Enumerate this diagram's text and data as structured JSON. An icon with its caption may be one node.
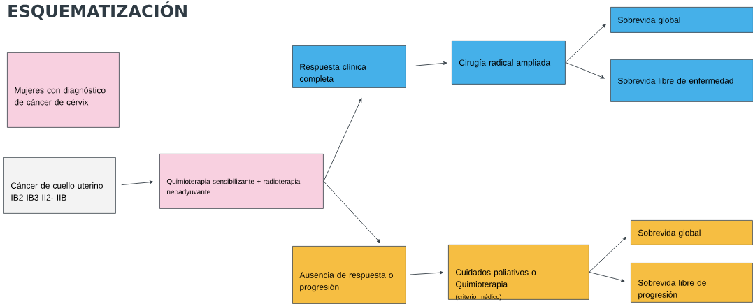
{
  "diagram": {
    "title": "ESQUEMATIZACIÓN",
    "nodes": [
      {
        "text": [
          "Mujeres con diagnóstico de cáncer de cérvix"
        ]
      },
      {
        "text": [
          "Cáncer de cuello uterino IB2 IB3 II2- IIB"
        ]
      },
      {
        "text": [
          "Quimioterapia sensibilizante + radioterapia neoadyuvante"
        ]
      },
      {
        "text": [
          "Respuesta clínica completa"
        ]
      },
      {
        "text": [
          "Cirugía radical ampliada"
        ]
      },
      {
        "text": [
          "Sobrevida global"
        ]
      },
      {
        "text": [
          "Sobrevida libre de enfermedad"
        ]
      },
      {
        "text": [
          "Ausencia de respuesta o progresión"
        ]
      },
      {
        "text": [
          "Cuidados paliativos o Quimioterapia",
          "(criterio médico)"
        ]
      },
      {
        "text": [
          "Sobrevida global"
        ]
      },
      {
        "text": [
          "Sobrevida libre de progresión"
        ]
      }
    ],
    "edges": [
      {
        "from": 1,
        "to": 2,
        "arrow": "to"
      },
      {
        "from": 2,
        "to": 3,
        "arrow": "to"
      },
      {
        "from": 2,
        "to": 7,
        "arrow": "to"
      },
      {
        "from": 3,
        "to": 4,
        "arrow": "to"
      },
      {
        "from": 4,
        "to": 5,
        "arrow": "to"
      },
      {
        "from": 4,
        "to": 6,
        "arrow": "to"
      },
      {
        "from": 7,
        "to": 8,
        "arrow": "to"
      },
      {
        "from": 8,
        "to": 9,
        "arrow": "to"
      },
      {
        "from": 8,
        "to": 10,
        "arrow": "to"
      }
    ]
  }
}
